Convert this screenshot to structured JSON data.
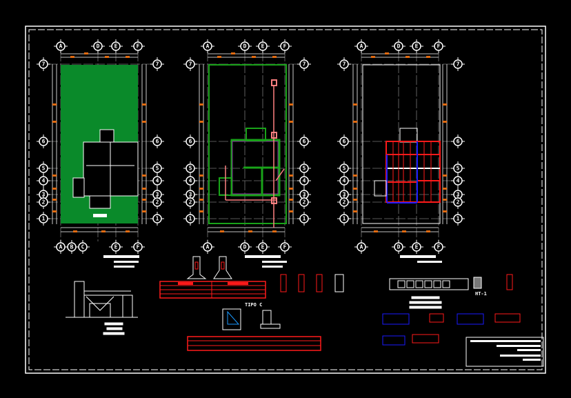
{
  "drawing": {
    "plans": [
      {
        "name": "site-plan",
        "top_columns": [
          "A",
          "D",
          "E",
          "F"
        ],
        "bottom_columns": [
          "A",
          "B",
          "C",
          "E",
          "F"
        ],
        "rows": [
          "7",
          "6",
          "5",
          "4",
          "3",
          "2",
          "1"
        ]
      },
      {
        "name": "foundation-plan",
        "top_columns": [
          "A",
          "D",
          "E",
          "F"
        ],
        "bottom_columns": [
          "A",
          "D",
          "E",
          "F"
        ],
        "rows": [
          "7",
          "6",
          "5",
          "4",
          "3",
          "2",
          "1"
        ]
      },
      {
        "name": "roof-framing-plan",
        "top_columns": [
          "A",
          "D",
          "E",
          "F"
        ],
        "bottom_columns": [
          "A",
          "D",
          "E",
          "F"
        ],
        "rows": [
          "7",
          "6",
          "5",
          "4",
          "3",
          "2",
          "1"
        ]
      }
    ],
    "detail_labels": {
      "footing_type": "TIPO C",
      "block": "HT-1"
    },
    "colors": {
      "background": "#000000",
      "lines": "#ffffff",
      "landscape": "#0a8a2a",
      "foundation": "#19a319",
      "beams": "#ff1a1a",
      "secondary": "#1a1aff",
      "dimension_marks": "#e06a10"
    }
  }
}
